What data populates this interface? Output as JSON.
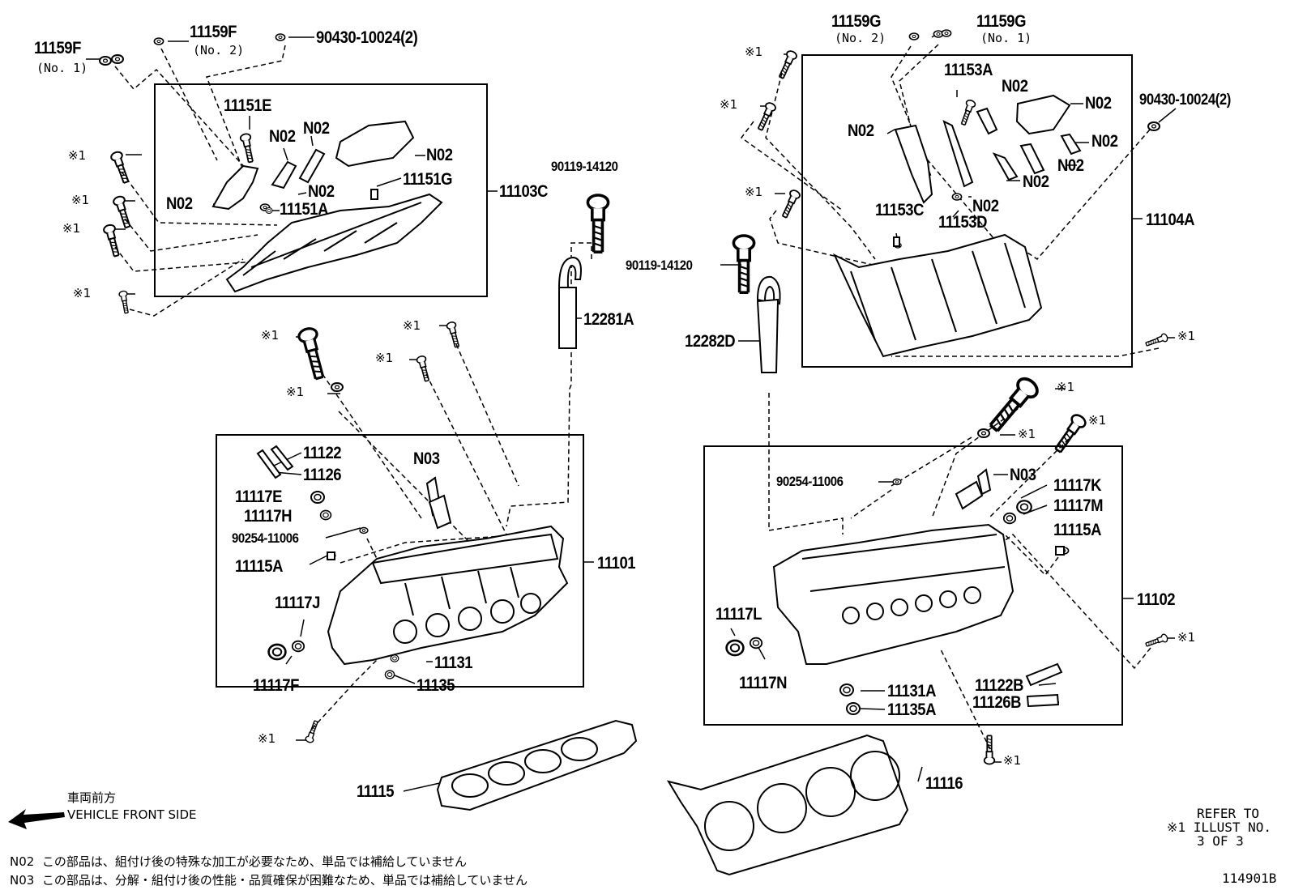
{
  "illustration_id": "114901B",
  "labels": {
    "p11159F_no1": "11159F",
    "p11159F_no1_sub": "(No. 1)",
    "p11159F_no2": "11159F",
    "p11159F_no2_sub": "(No. 2)",
    "p90430_left": "90430-10024(2)",
    "p11151E": "11151E",
    "n02_a": "N02",
    "n02_b": "N02",
    "n02_c": "N02",
    "n02_d": "N02",
    "n02_e": "N02",
    "p11151A": "11151A",
    "p11151G": "11151G",
    "p11103C": "11103C",
    "p90119_left": "90119-14120",
    "p12281A": "12281A",
    "p11122": "11122",
    "p11126": "11126",
    "n03_left": "N03",
    "p11117E": "11117E",
    "p11117H": "11117H",
    "p90254_left": "90254-11006",
    "p11115A_left": "11115A",
    "p11101": "11101",
    "p11117J": "11117J",
    "p11131": "11131",
    "p11135": "11135",
    "p11117F": "11117F",
    "p11115": "11115",
    "p11159G_no2": "11159G",
    "p11159G_no2_sub": "(No. 2)",
    "p11159G_no1": "11159G",
    "p11159G_no1_sub": "(No. 1)",
    "p11153A": "11153A",
    "n02_r1": "N02",
    "n02_r2": "N02",
    "n02_r3": "N02",
    "n02_r4": "N02",
    "n02_r5": "N02",
    "n02_r6": "N02",
    "n02_r7": "N02",
    "p90430_right": "90430-10024(2)",
    "p11153C": "11153C",
    "p11153D": "11153D",
    "p11104A": "11104A",
    "p90119_right": "90119-14120",
    "p12282D": "12282D",
    "p90254_right": "90254-11006",
    "n03_right": "N03",
    "p11117K": "11117K",
    "p11117M": "11117M",
    "p11115A_right": "11115A",
    "p11102": "11102",
    "p11117L": "11117L",
    "p11117N": "11117N",
    "p11131A": "11131A",
    "p11135A": "11135A",
    "p11122B": "11122B",
    "p11126B": "11126B",
    "p11116": "11116"
  },
  "marker": "※1",
  "direction": {
    "jp": "車両前方",
    "en": "VEHICLE FRONT SIDE"
  },
  "notes": [
    {
      "code": "N02",
      "text": "この部品は、組付け後の特殊な加工が必要なため、単品では補給していません"
    },
    {
      "code": "N03",
      "text": "この部品は、分解・組付け後の性能・品質確保が困難なため、単品では補給していません"
    }
  ],
  "refer": {
    "line1": "REFER TO",
    "line2": "ILLUST NO.",
    "line3": "3 OF 3"
  }
}
